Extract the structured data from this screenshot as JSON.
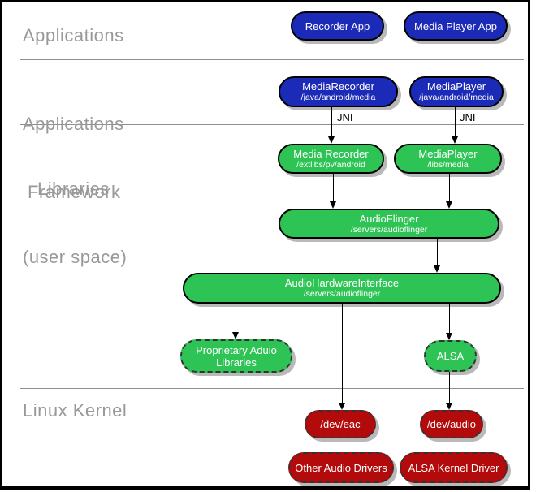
{
  "colors": {
    "applications_blue": "#1b2bb8",
    "libraries_green": "#2ec455",
    "kernel_red": "#b30b0b",
    "pill_shadow_gray": "#b9b9b9",
    "section_label_gray": "#999999",
    "divider_gray": "#8f8f8f"
  },
  "sections": {
    "applications": "Applications",
    "framework_line1": "Applications",
    "framework_line2": "Framework",
    "libraries_line1": "Libraries",
    "libraries_line2": "(user space)",
    "linux_kernel": "Linux Kernel"
  },
  "edge_labels": {
    "jni_left": "JNI",
    "jni_right": "JNI"
  },
  "nodes": {
    "recorder_app": {
      "title": "Recorder App"
    },
    "media_player_app": {
      "title": "Media Player App"
    },
    "media_recorder_fw": {
      "title": "MediaRecorder",
      "path": "/java/android/media"
    },
    "media_player_fw": {
      "title": "MediaPlayer",
      "path": "/java/android/media"
    },
    "media_recorder_lib": {
      "title": "Media Recorder",
      "path": "/extlibs/pv/android"
    },
    "media_player_lib": {
      "title": "MediaPlayer",
      "path": "/libs/media"
    },
    "audio_flinger": {
      "title": "AudioFlinger",
      "path": "/servers/audioflinger"
    },
    "audio_hardware_interface": {
      "title": "AudioHardwareInterface",
      "path": "/servers/audioflinger"
    },
    "proprietary_audio_libraries": {
      "title": "Proprietary Aduio Libraries"
    },
    "alsa": {
      "title": "ALSA"
    },
    "dev_eac": {
      "title": "/dev/eac"
    },
    "dev_audio": {
      "title": "/dev/audio"
    },
    "other_audio_drivers": {
      "title": "Other Audio Drivers"
    },
    "alsa_kernel_driver": {
      "title": "ALSA Kernel Driver"
    }
  }
}
